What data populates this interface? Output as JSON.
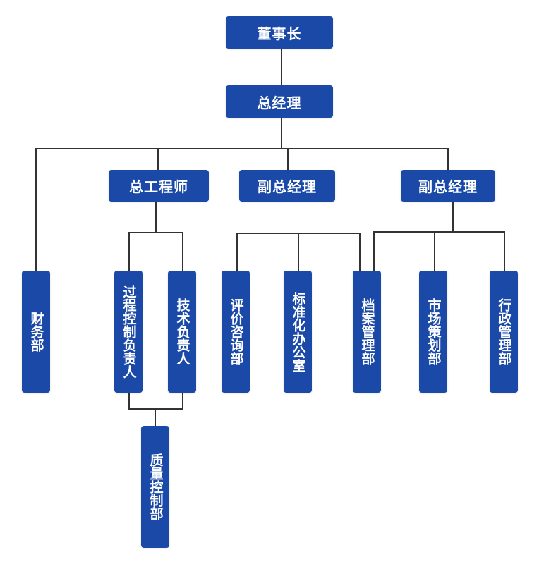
{
  "colors": {
    "node_fill": "#1a49a8",
    "node_text": "#ffffff",
    "connector": "#333333"
  },
  "org_chart": {
    "chairman": "董事长",
    "general_manager": "总经理",
    "chief_engineer": "总工程师",
    "deputy_gm_1": "副总经理",
    "deputy_gm_2": "副总经理",
    "finance_dept": "财务部",
    "process_control_lead": "过程控制负责人",
    "technical_lead": "技术负责人",
    "quality_control_dept": "质量控制部",
    "evaluation_consulting_dept": "评价咨询部",
    "standardization_office": "标准化办公室",
    "archives_dept": "档案管理部",
    "marketing_planning_dept": "市场策划部",
    "administration_dept": "行政管理部"
  }
}
